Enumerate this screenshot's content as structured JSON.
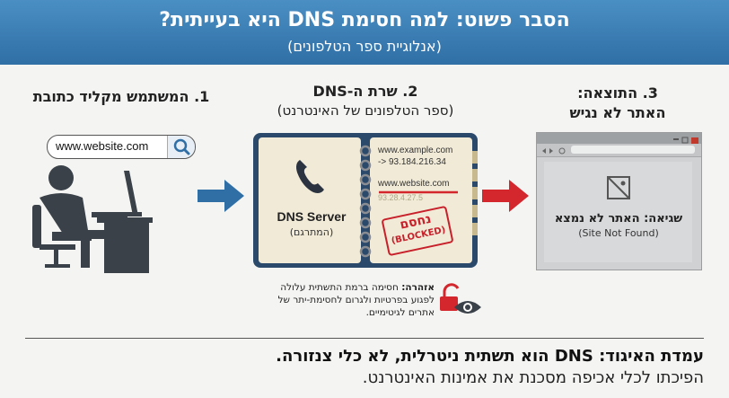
{
  "header": {
    "title": "הסבר פשוט: למה חסימת DNS היא בעייתית?",
    "subtitle": "(אנלוגיית ספר הטלפונים)"
  },
  "step1": {
    "title": "1. המשתמש מקליד כתובת",
    "search_value": "www.website.com",
    "icons": [
      "search-icon",
      "user-at-computer-icon"
    ]
  },
  "step2": {
    "title": "2. שרת ה-DNS",
    "subtitle": "(ספר הטלפונים של האינטרנט)",
    "book_left_title": "DNS Server",
    "book_left_sub": "(המתרגם)",
    "entry1_domain": "www.example.com",
    "entry1_ip": "-> 93.184.216.34",
    "entry2_domain": "www.website.com",
    "entry2_ip": "93.28.4.27.5",
    "stamp_he": "נחסם",
    "stamp_en": "(BLOCKED)",
    "warning_bold": "אזהרה:",
    "warning_text": "חסימה ברמת התשתית עלולה לפגוע בפרטיות ולגרום לחסימת-יתר של אתרים לגיטימיים."
  },
  "step3": {
    "title_line1": "3. התוצאה:",
    "title_line2": "האתר לא נגיש",
    "error_he": "שגיאה: האתר לא נמצא",
    "error_en": "(Site Not Found)"
  },
  "footer": {
    "line1": "עמדת האיגוד: DNS הוא תשתית ניטרלית, לא כלי צנזורה.",
    "line2": "הפיכתו לכלי אכיפה מסכנת את אמינות האינטרנט."
  },
  "colors": {
    "header": "#3a7db6",
    "arrow_blue": "#2f6fa6",
    "arrow_red": "#d3262d",
    "stamp": "#c8202a",
    "book_cover": "#2b4a6b"
  }
}
